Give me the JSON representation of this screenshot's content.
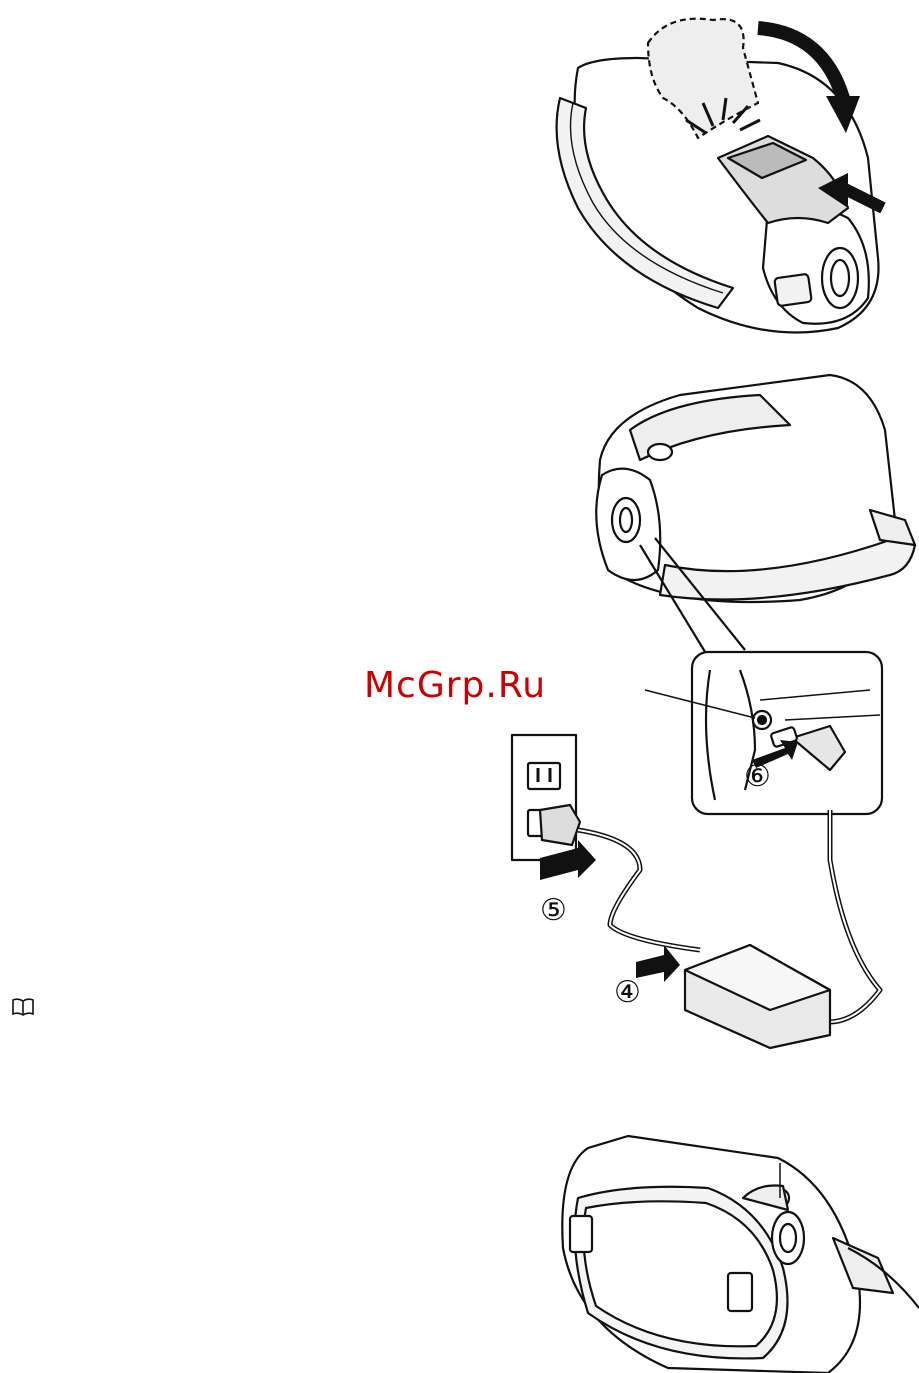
{
  "watermark": {
    "text": "McGrp.Ru",
    "color": "#cc0000"
  },
  "steps": {
    "s4": "④",
    "s5": "⑤",
    "s6": "⑥"
  },
  "icons": {
    "book": "book-icon"
  }
}
